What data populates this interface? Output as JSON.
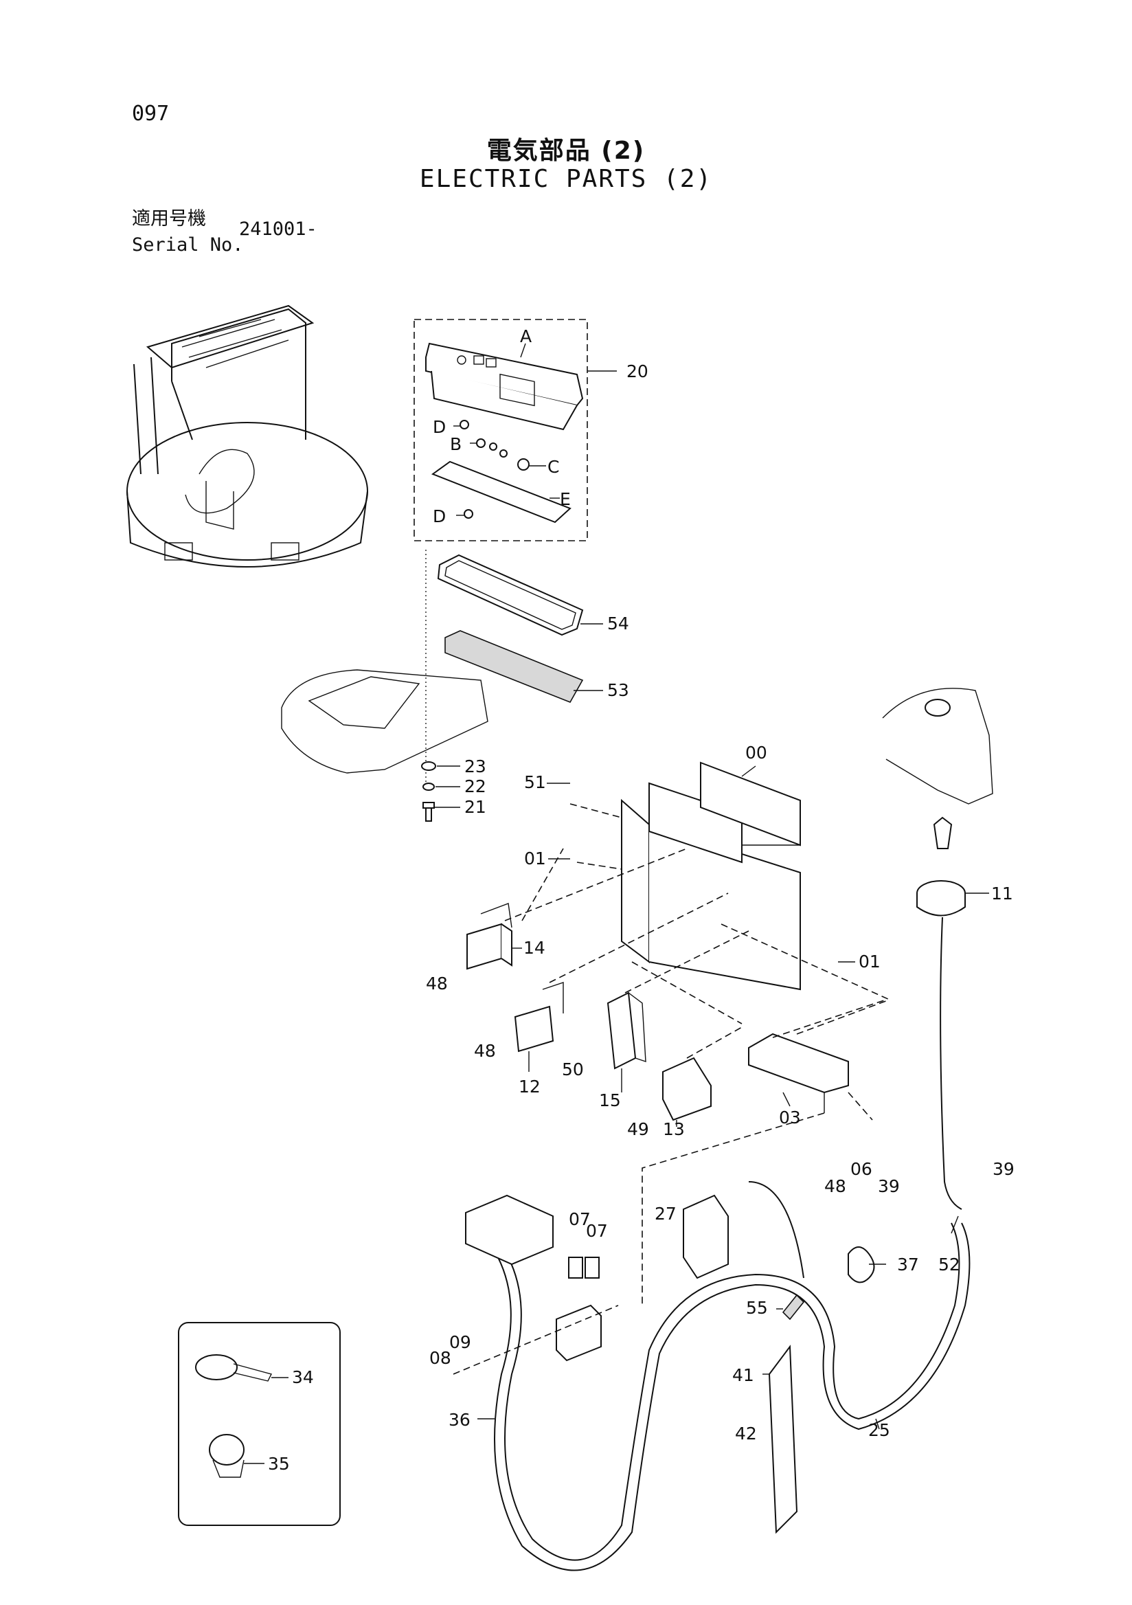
{
  "page_number": "097",
  "title_jp": "電気部品 (2)",
  "title_en": "ELECTRIC PARTS (2)",
  "serial_label_jp": "適用号機",
  "serial_label_en": "Serial No.",
  "serial_value": "241001-",
  "callouts": {
    "c00": "00",
    "c01a": "01",
    "c01b": "01",
    "c03": "03",
    "c06": "06",
    "c07a": "07",
    "c07b": "07",
    "c08": "08",
    "c09": "09",
    "c11": "11",
    "c12": "12",
    "c13": "13",
    "c14": "14",
    "c15": "15",
    "c20": "20",
    "c21": "21",
    "c22": "22",
    "c23": "23",
    "c25": "25",
    "c27": "27",
    "c34": "34",
    "c35": "35",
    "c36": "36",
    "c37": "37",
    "c39a": "39",
    "c39b": "39",
    "c41": "41",
    "c42": "42",
    "c48a": "48",
    "c48b": "48",
    "c48c": "48",
    "c49": "49",
    "c50": "50",
    "c51": "51",
    "c52": "52",
    "c53": "53",
    "c54": "54",
    "c55": "55",
    "cA": "A",
    "cB": "B",
    "cC": "C",
    "cDa": "D",
    "cDb": "D",
    "cE": "E"
  }
}
